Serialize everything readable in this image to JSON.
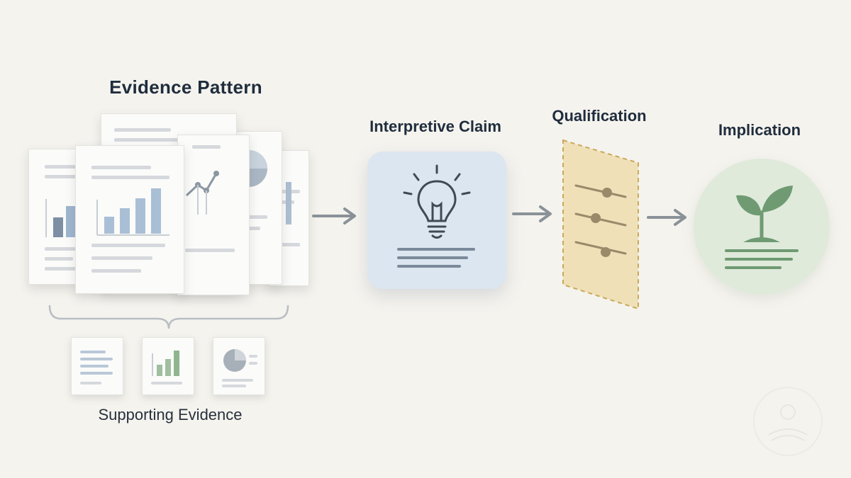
{
  "diagram": {
    "evidence_pattern": {
      "title": "Evidence Pattern"
    },
    "interpretive_claim": {
      "title": "Interpretive Claim",
      "icon": "lightbulb-icon"
    },
    "qualification": {
      "title": "Qualification",
      "icon": "slider-filter-icon"
    },
    "implication": {
      "title": "Implication",
      "icon": "sprout-icon"
    },
    "supporting_evidence": {
      "title": "Supporting Evidence",
      "cards": [
        {
          "icon": "text-lines-icon"
        },
        {
          "icon": "bar-chart-icon"
        },
        {
          "icon": "pie-chart-icon"
        }
      ]
    },
    "flow": [
      "Evidence Pattern",
      "Interpretive Claim",
      "Qualification",
      "Implication"
    ]
  },
  "colors": {
    "background": "#f5f3ee",
    "text": "#1f2d3d",
    "arrow": "#8a9298",
    "chart_blue": "#9fb6cf",
    "claim_fill": "#dbe6f0",
    "qual_fill": "#efe0b8",
    "qual_border": "#c9a85a",
    "impl_fill": "#dfeadb",
    "leaf_green": "#6f9a72"
  }
}
